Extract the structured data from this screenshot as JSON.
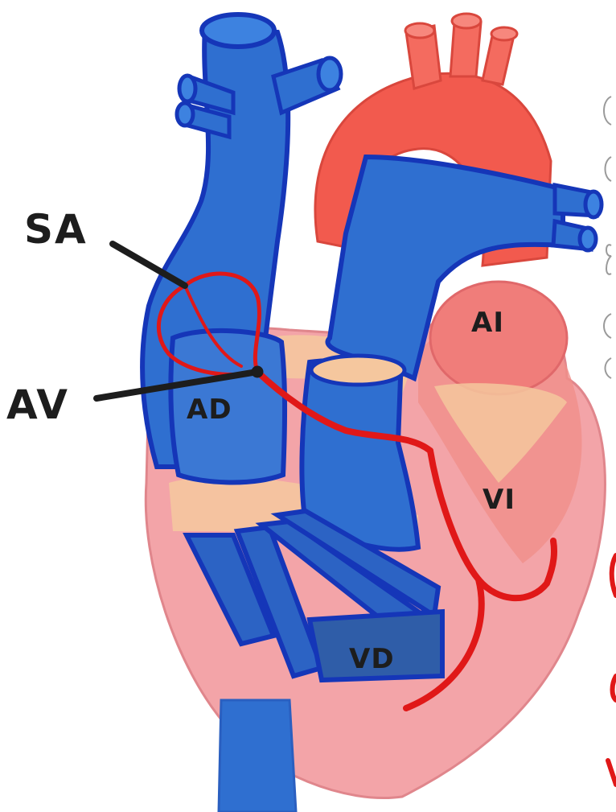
{
  "labels": {
    "sa": "SA",
    "av": "AV",
    "ad": "AD",
    "vd": "VD",
    "ai": "AI",
    "vi": "VI"
  },
  "colors": {
    "deoxygenated": "#2f6fd0",
    "outline": "#1536b8",
    "oxygenated": "#f25a4e",
    "myocardium": "#f3a4a8",
    "valve": "#f5c79e",
    "conduction": "#e01818",
    "label": "#1d1d1d"
  }
}
